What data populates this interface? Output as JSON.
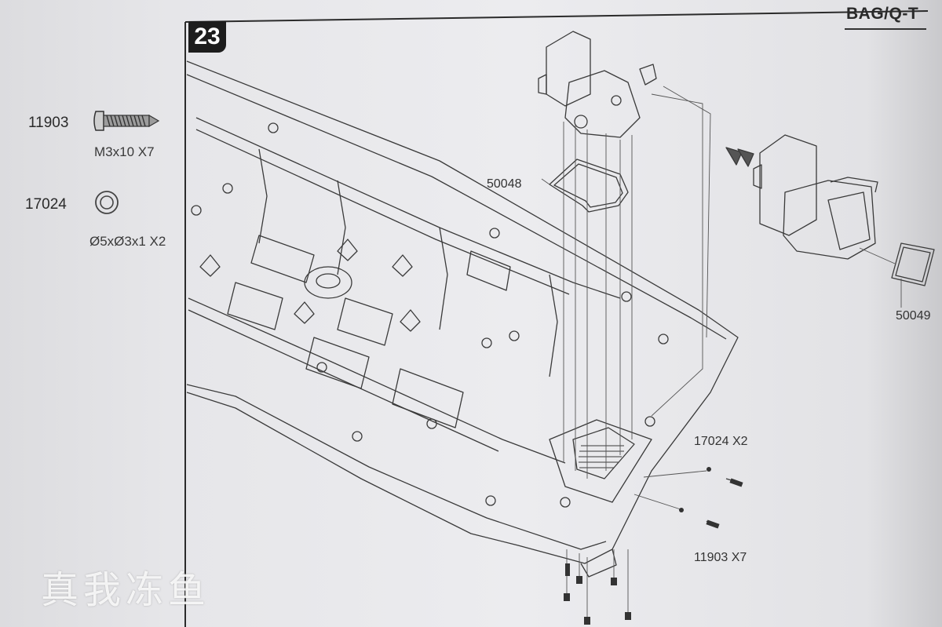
{
  "step": {
    "number": "23"
  },
  "bag": {
    "label": "BAG/Q-T"
  },
  "parts_legend": [
    {
      "part_no": "11903",
      "spec": "M3x10 X7"
    },
    {
      "part_no": "17024",
      "spec": "Ø5xØ3x1 X2"
    }
  ],
  "callouts": {
    "gasket_top": "50048",
    "gasket_side": "50049",
    "washer_qty": "17024 X2",
    "screw_qty": "11903 X7"
  },
  "watermark": "真我冻鱼"
}
